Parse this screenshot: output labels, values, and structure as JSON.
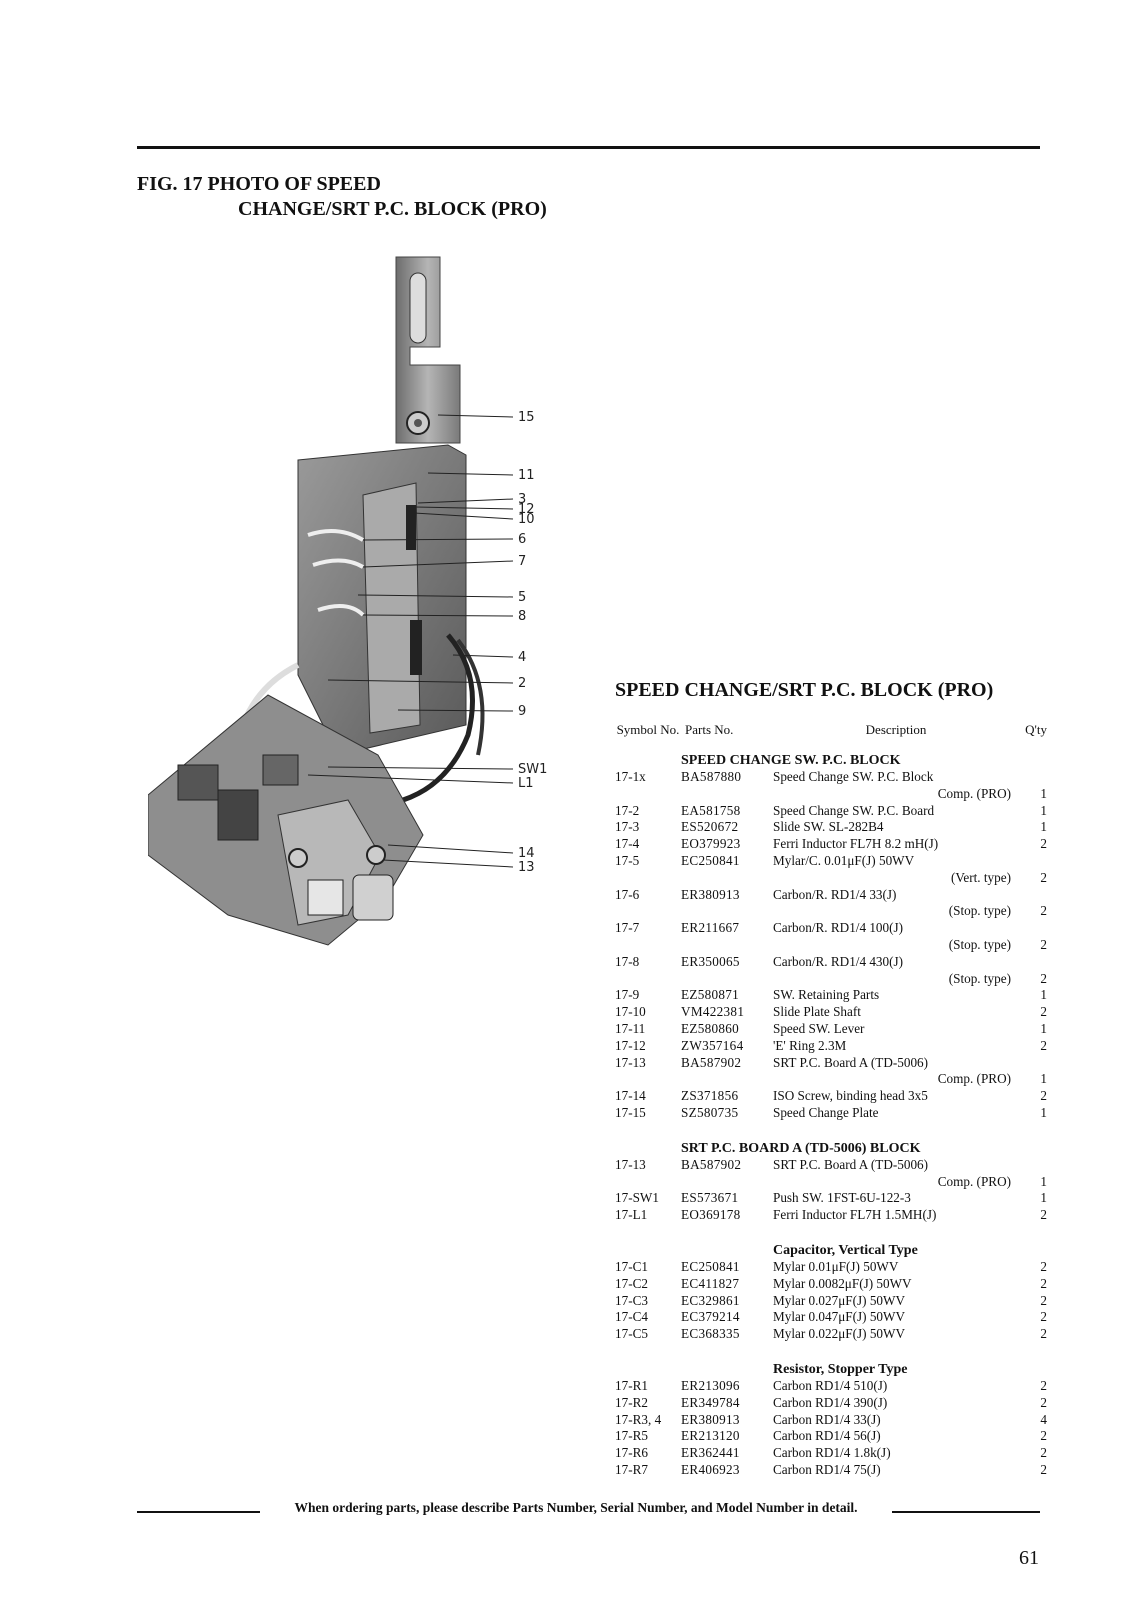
{
  "figure": {
    "line1": "FIG. 17  PHOTO OF SPEED",
    "line2": "CHANGE/SRT P.C. BLOCK (PRO)"
  },
  "callouts": [
    "15",
    "11",
    "3",
    "12",
    "10",
    "6",
    "7",
    "5",
    "8",
    "4",
    "2",
    "9",
    "SW1",
    "L1",
    "14",
    "13"
  ],
  "section_title": "SPEED CHANGE/SRT P.C. BLOCK (PRO)",
  "table_header": {
    "symbol": "Symbol No.",
    "parts": "Parts No.",
    "description": "Description",
    "qty": "Q'ty"
  },
  "groups": [
    {
      "title": "SPEED CHANGE SW. P.C. BLOCK",
      "rows": [
        {
          "sym": "17-1x",
          "pn": "BA587880",
          "ds": "Speed Change SW. P.C. Block",
          "qt": ""
        },
        {
          "sym": "",
          "pn": "",
          "ds": "Comp. (PRO)",
          "qt": "1",
          "cont": true
        },
        {
          "sym": "17-2",
          "pn": "EA581758",
          "ds": "Speed Change SW. P.C. Board",
          "qt": "1"
        },
        {
          "sym": "17-3",
          "pn": "ES520672",
          "ds": "Slide SW. SL-282B4",
          "qt": "1"
        },
        {
          "sym": "17-4",
          "pn": "EO379923",
          "ds": "Ferri Inductor FL7H 8.2 mH(J)",
          "qt": "2"
        },
        {
          "sym": "17-5",
          "pn": "EC250841",
          "ds": "Mylar/C. 0.01μF(J) 50WV",
          "qt": ""
        },
        {
          "sym": "",
          "pn": "",
          "ds": "(Vert. type)",
          "qt": "2",
          "cont": true
        },
        {
          "sym": "17-6",
          "pn": "ER380913",
          "ds": "Carbon/R. RD1/4 33(J)",
          "qt": ""
        },
        {
          "sym": "",
          "pn": "",
          "ds": "(Stop. type)",
          "qt": "2",
          "cont": true
        },
        {
          "sym": "17-7",
          "pn": "ER211667",
          "ds": "Carbon/R. RD1/4 100(J)",
          "qt": ""
        },
        {
          "sym": "",
          "pn": "",
          "ds": "(Stop. type)",
          "qt": "2",
          "cont": true
        },
        {
          "sym": "17-8",
          "pn": "ER350065",
          "ds": "Carbon/R. RD1/4 430(J)",
          "qt": ""
        },
        {
          "sym": "",
          "pn": "",
          "ds": "(Stop. type)",
          "qt": "2",
          "cont": true
        },
        {
          "sym": "17-9",
          "pn": "EZ580871",
          "ds": "SW. Retaining Parts",
          "qt": "1"
        },
        {
          "sym": "17-10",
          "pn": "VM422381",
          "ds": "Slide Plate Shaft",
          "qt": "2"
        },
        {
          "sym": "17-11",
          "pn": "EZ580860",
          "ds": "Speed SW. Lever",
          "qt": "1"
        },
        {
          "sym": "17-12",
          "pn": "ZW357164",
          "ds": "'E' Ring 2.3M",
          "qt": "2"
        },
        {
          "sym": "17-13",
          "pn": "BA587902",
          "ds": "SRT P.C. Board A (TD-5006)",
          "qt": ""
        },
        {
          "sym": "",
          "pn": "",
          "ds": "Comp. (PRO)",
          "qt": "1",
          "cont": true
        },
        {
          "sym": "17-14",
          "pn": "ZS371856",
          "ds": "ISO Screw, binding head 3x5",
          "qt": "2"
        },
        {
          "sym": "17-15",
          "pn": "SZ580735",
          "ds": "Speed Change Plate",
          "qt": "1"
        }
      ]
    },
    {
      "title": "SRT P.C. BOARD A (TD-5006) BLOCK",
      "rows": [
        {
          "sym": "17-13",
          "pn": "BA587902",
          "ds": "SRT P.C. Board A (TD-5006)",
          "qt": ""
        },
        {
          "sym": "",
          "pn": "",
          "ds": "Comp. (PRO)",
          "qt": "1",
          "cont": true
        },
        {
          "sym": "17-SW1",
          "pn": "ES573671",
          "ds": "Push SW. 1FST-6U-122-3",
          "qt": "1"
        },
        {
          "sym": "17-L1",
          "pn": "EO369178",
          "ds": "Ferri Inductor FL7H 1.5MH(J)",
          "qt": "2"
        }
      ]
    },
    {
      "title": "Capacitor, Vertical Type",
      "desc_indent": true,
      "rows": [
        {
          "sym": "17-C1",
          "pn": "EC250841",
          "ds": "Mylar 0.01μF(J) 50WV",
          "qt": "2"
        },
        {
          "sym": "17-C2",
          "pn": "EC411827",
          "ds": "Mylar 0.0082μF(J) 50WV",
          "qt": "2"
        },
        {
          "sym": "17-C3",
          "pn": "EC329861",
          "ds": "Mylar 0.027μF(J) 50WV",
          "qt": "2"
        },
        {
          "sym": "17-C4",
          "pn": "EC379214",
          "ds": "Mylar 0.047μF(J) 50WV",
          "qt": "2"
        },
        {
          "sym": "17-C5",
          "pn": "EC368335",
          "ds": "Mylar 0.022μF(J) 50WV",
          "qt": "2"
        }
      ]
    },
    {
      "title": "Resistor, Stopper Type",
      "desc_indent": true,
      "rows": [
        {
          "sym": "17-R1",
          "pn": "ER213096",
          "ds": "Carbon RD1/4 510(J)",
          "qt": "2"
        },
        {
          "sym": "17-R2",
          "pn": "ER349784",
          "ds": "Carbon RD1/4 390(J)",
          "qt": "2"
        },
        {
          "sym": "17-R3, 4",
          "pn": "ER380913",
          "ds": "Carbon RD1/4 33(J)",
          "qt": "4"
        },
        {
          "sym": "17-R5",
          "pn": "ER213120",
          "ds": "Carbon RD1/4 56(J)",
          "qt": "2"
        },
        {
          "sym": "17-R6",
          "pn": "ER362441",
          "ds": "Carbon RD1/4 1.8k(J)",
          "qt": "2"
        },
        {
          "sym": "17-R7",
          "pn": "ER406923",
          "ds": "Carbon RD1/4 75(J)",
          "qt": "2"
        }
      ]
    }
  ],
  "footer_note": "When ordering parts, please describe Parts Number, Serial Number, and Model Number in detail.",
  "page_number": "61"
}
